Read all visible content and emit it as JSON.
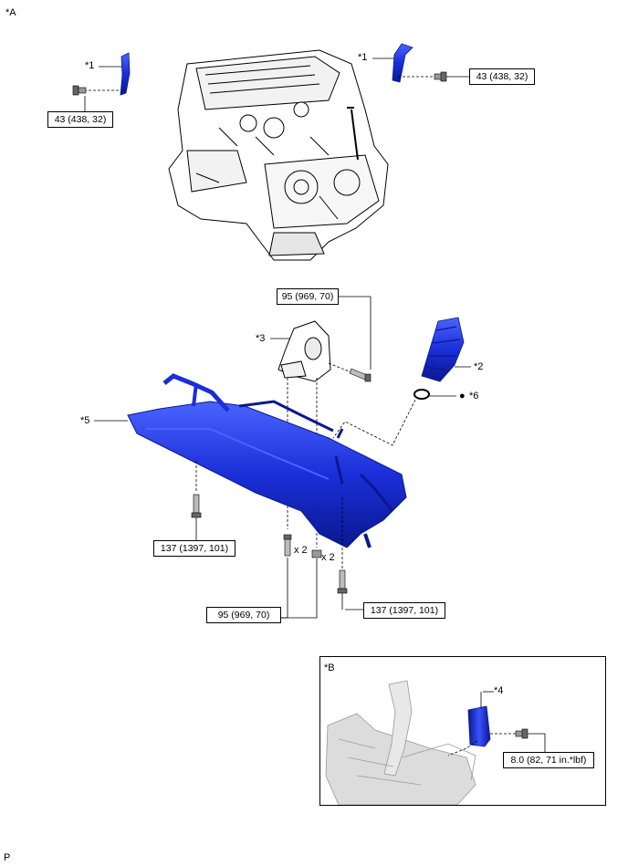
{
  "views": {
    "view_a": "*A",
    "view_b": "*B"
  },
  "callouts": {
    "c1_left": "*1",
    "c1_right": "*1",
    "c2": "*2",
    "c3": "*3",
    "c4": "*4",
    "c5": "*5",
    "c6": "*6"
  },
  "torque": {
    "bracket_left": "43 (438, 32)",
    "bracket_right": "43 (438, 32)",
    "mount_bolt": "95 (969, 70)",
    "member_front": "137 (1397, 101)",
    "member_center": "95 (969, 70)",
    "member_rear": "137 (1397, 101)",
    "cover_bolt": "8.0 (82, 71 in.*lbf)"
  },
  "quantities": {
    "q1": "x 2",
    "q2": "x 2"
  },
  "marks": {
    "replace_part": "●"
  },
  "footer": {
    "code": "P"
  },
  "colors": {
    "part_blue": "#1a2fd8",
    "part_dark": "#0a1890",
    "line": "#000000",
    "gray": "#c8c8c8"
  }
}
